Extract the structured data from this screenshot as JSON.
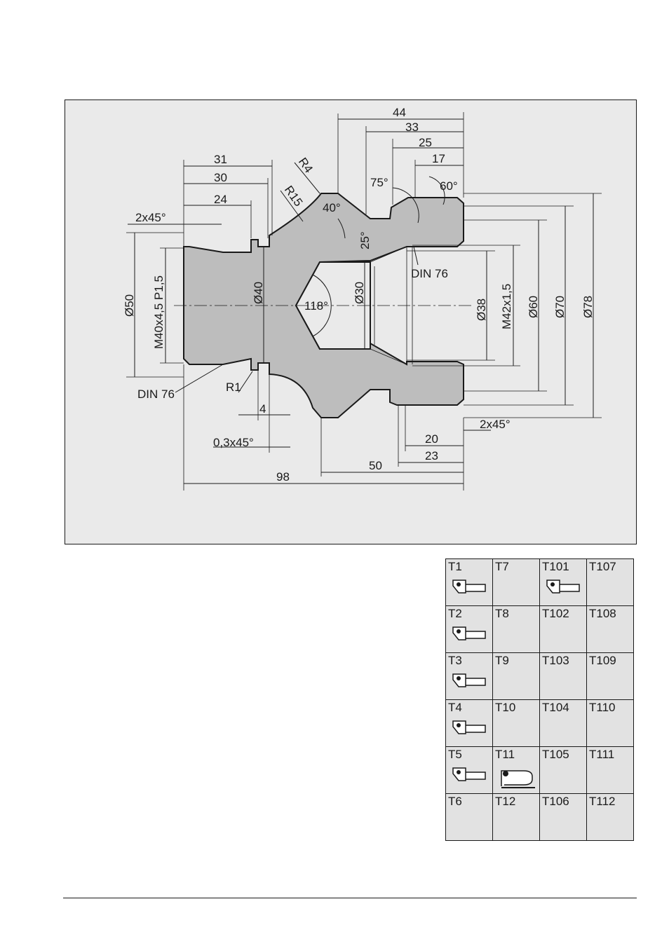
{
  "drawing": {
    "dims": {
      "d44": "44",
      "d33": "33",
      "d25": "25",
      "d17": "17",
      "d31": "31",
      "d30": "30",
      "d24": "24",
      "d98": "98",
      "d50": "50",
      "d23": "23",
      "d20": "20",
      "d4": "4"
    },
    "labels": {
      "chamfer_left": "2x45°",
      "chamfer_right": "2x45°",
      "chamfer_groove": "0,3x45°",
      "r4": "R4",
      "r15": "R15",
      "r1": "R1",
      "angle40": "40°",
      "angle75": "75°",
      "angle60": "60°",
      "angle25": "25°",
      "angle118": "118°",
      "din76_top": "DIN 76",
      "din76_bottom": "DIN 76"
    },
    "diameters": {
      "d50": "Ø50",
      "thread_left": "M40x4,5 P1,5",
      "d40": "Ø40",
      "d30": "Ø30",
      "d38": "Ø38",
      "thread_right": "M42x1,5",
      "d60": "Ø60",
      "d70": "Ø70",
      "d78": "Ø78"
    }
  },
  "tool_table": {
    "rows": [
      [
        "T1",
        "T7",
        "T101",
        "T107"
      ],
      [
        "T2",
        "T8",
        "T102",
        "T108"
      ],
      [
        "T3",
        "T9",
        "T103",
        "T109"
      ],
      [
        "T4",
        "T10",
        "T104",
        "T110"
      ],
      [
        "T5",
        "T11",
        "T105",
        "T111"
      ],
      [
        "T6",
        "T12",
        "T106",
        "T112"
      ]
    ],
    "icons": {
      "T1": "turning-tool-icon",
      "T2": "turning-tool-icon",
      "T3": "turning-tool-icon",
      "T4": "turning-tool-icon",
      "T5": "turning-tool-icon",
      "T11": "boring-tool-icon",
      "T101": "turning-tool-icon"
    }
  }
}
